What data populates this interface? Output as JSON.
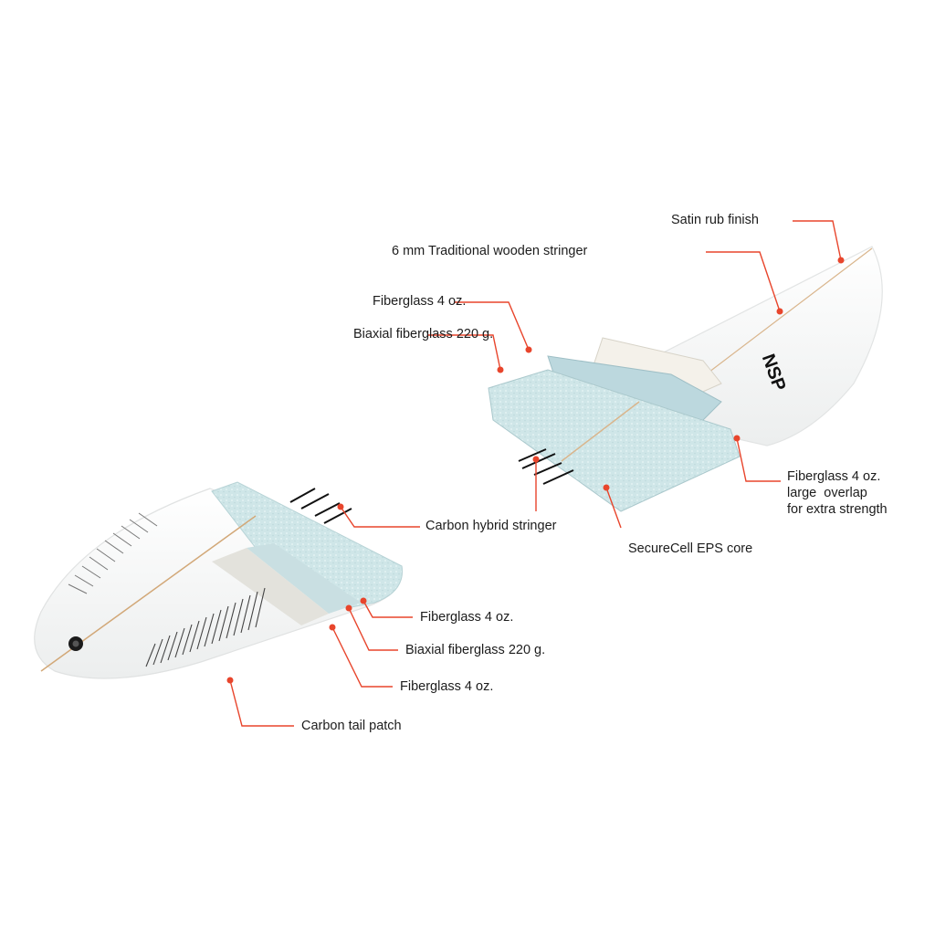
{
  "diagram": {
    "subject": "Surfboard construction cutaway",
    "brand_logo": "NSP",
    "accent_color": "#e8452c",
    "foam_color": "#cfe6e8",
    "stringer_color": "#d9b58c"
  },
  "nose_section": {
    "labels": [
      {
        "id": "satin",
        "text": "Satin rub finish"
      },
      {
        "id": "wood-stringer",
        "text": "6 mm Traditional wooden stringer"
      },
      {
        "id": "fg4-top",
        "text": "Fiberglass 4 oz."
      },
      {
        "id": "biax-top",
        "text": "Biaxial fiberglass 220 g."
      },
      {
        "id": "fg4-overlap",
        "text": "Fiberglass 4 oz.\nlarge  overlap\nfor extra strength"
      },
      {
        "id": "core",
        "text": "SecureCell EPS core"
      },
      {
        "id": "carbon-stringer",
        "text": "Carbon hybrid stringer"
      }
    ]
  },
  "tail_section": {
    "labels": [
      {
        "id": "fg4-a",
        "text": "Fiberglass 4 oz."
      },
      {
        "id": "biax",
        "text": "Biaxial fiberglass 220 g."
      },
      {
        "id": "fg4-b",
        "text": "Fiberglass 4 oz."
      },
      {
        "id": "carbon-tail",
        "text": "Carbon tail patch"
      }
    ]
  }
}
